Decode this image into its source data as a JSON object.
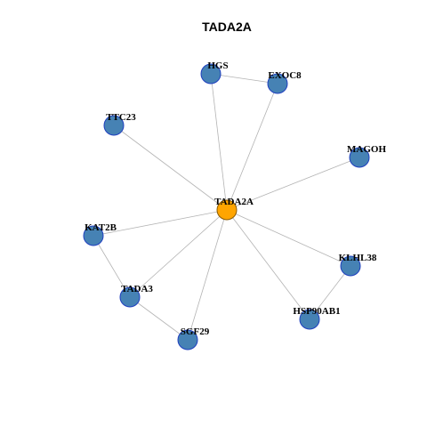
{
  "title": "TADA2A",
  "colors": {
    "center_node": "#FFA500",
    "neighbor_node": "#4682B4",
    "node_border": "#1F3FBF",
    "edge": "#B3B3B3"
  },
  "nodes": [
    {
      "id": "TADA2A",
      "label": "TADA2A",
      "role": "center"
    },
    {
      "id": "HGS",
      "label": "HGS",
      "role": "neighbor"
    },
    {
      "id": "EXOC8",
      "label": "EXOC8",
      "role": "neighbor"
    },
    {
      "id": "TTC23",
      "label": "TTC23",
      "role": "neighbor"
    },
    {
      "id": "MAGOH",
      "label": "MAGOH",
      "role": "neighbor"
    },
    {
      "id": "KAT2B",
      "label": "KAT2B",
      "role": "neighbor"
    },
    {
      "id": "TADA3",
      "label": "TADA3",
      "role": "neighbor"
    },
    {
      "id": "SGF29",
      "label": "SGF29",
      "role": "neighbor"
    },
    {
      "id": "KLHL38",
      "label": "KLHL38",
      "role": "neighbor"
    },
    {
      "id": "HSP90AB1",
      "label": "HSP90AB1",
      "role": "neighbor"
    }
  ],
  "edges": [
    {
      "source": "TADA2A",
      "target": "HGS"
    },
    {
      "source": "TADA2A",
      "target": "EXOC8"
    },
    {
      "source": "TADA2A",
      "target": "TTC23"
    },
    {
      "source": "TADA2A",
      "target": "MAGOH"
    },
    {
      "source": "TADA2A",
      "target": "KAT2B"
    },
    {
      "source": "TADA2A",
      "target": "TADA3"
    },
    {
      "source": "TADA2A",
      "target": "SGF29"
    },
    {
      "source": "TADA2A",
      "target": "KLHL38"
    },
    {
      "source": "TADA2A",
      "target": "HSP90AB1"
    },
    {
      "source": "HGS",
      "target": "EXOC8"
    },
    {
      "source": "KAT2B",
      "target": "TADA3"
    },
    {
      "source": "TADA3",
      "target": "SGF29"
    },
    {
      "source": "KLHL38",
      "target": "HSP90AB1"
    }
  ]
}
